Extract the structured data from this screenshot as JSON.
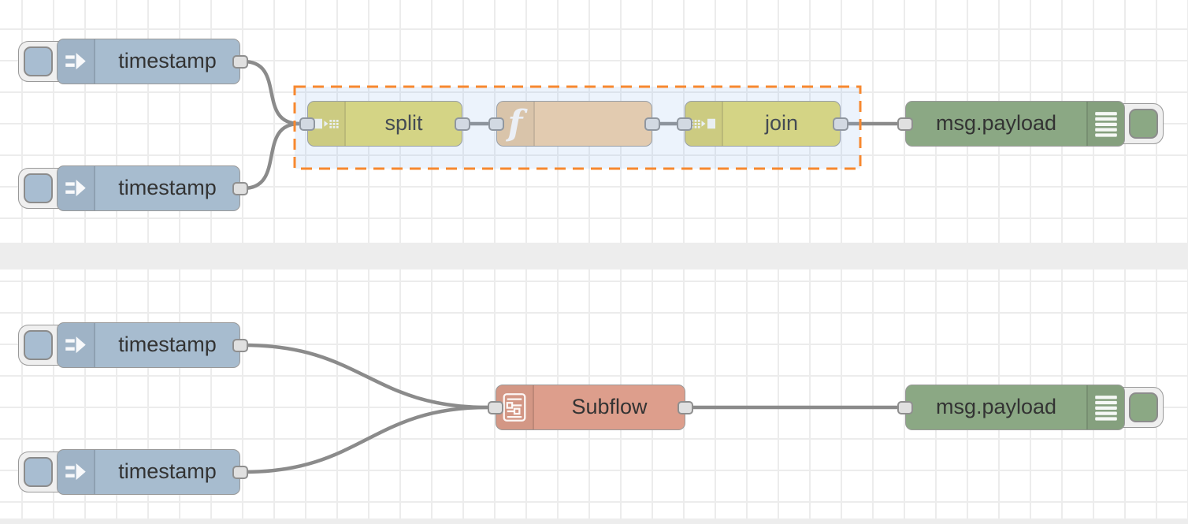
{
  "app": {
    "name": "Node-RED flow editor canvas"
  },
  "colors": {
    "background": "#ffffff",
    "grid_line": "#ececec",
    "divider": "#ededed",
    "node_border": "#999999",
    "wire": "#8b8b8b",
    "inject_node": "#a7bccf",
    "split_join_node": "#e2d96e",
    "function_node": "#f3cfa3",
    "debug_node": "#8ba884",
    "subflow_node": "#dd9e8c",
    "selection_border": "#f7882f",
    "selection_fill": "rgba(150,190,240,0.18)",
    "label_text": "#333333"
  },
  "nodes": [
    {
      "id": "inject-top-1",
      "type": "inject",
      "label": "timestamp",
      "icon": "inject-arrow-icon",
      "has_button": true
    },
    {
      "id": "inject-top-2",
      "type": "inject",
      "label": "timestamp",
      "icon": "inject-arrow-icon",
      "has_button": true
    },
    {
      "id": "split",
      "type": "split",
      "label": "split",
      "icon": "split-icon",
      "has_button": false
    },
    {
      "id": "function",
      "type": "function",
      "label": "",
      "icon": "function-f-icon",
      "has_button": false
    },
    {
      "id": "join",
      "type": "join",
      "label": "join",
      "icon": "join-icon",
      "has_button": false
    },
    {
      "id": "debug-top",
      "type": "debug",
      "label": "msg.payload",
      "icon": "debug-list-icon",
      "has_button": true
    },
    {
      "id": "inject-bot-1",
      "type": "inject",
      "label": "timestamp",
      "icon": "inject-arrow-icon",
      "has_button": true
    },
    {
      "id": "inject-bot-2",
      "type": "inject",
      "label": "timestamp",
      "icon": "inject-arrow-icon",
      "has_button": true
    },
    {
      "id": "subflow",
      "type": "subflow",
      "label": "Subflow",
      "icon": "subflow-icon",
      "has_button": false
    },
    {
      "id": "debug-bottom",
      "type": "debug",
      "label": "msg.payload",
      "icon": "debug-list-icon",
      "has_button": true
    }
  ],
  "selection": {
    "style": "dashed-orange-rectangle",
    "contains": [
      "split",
      "function",
      "join"
    ]
  },
  "wires": [
    {
      "from": "inject-top-1",
      "to": "split"
    },
    {
      "from": "inject-top-2",
      "to": "split"
    },
    {
      "from": "split",
      "to": "function"
    },
    {
      "from": "function",
      "to": "join"
    },
    {
      "from": "join",
      "to": "debug-top"
    },
    {
      "from": "inject-bot-1",
      "to": "subflow"
    },
    {
      "from": "inject-bot-2",
      "to": "subflow"
    },
    {
      "from": "subflow",
      "to": "debug-bottom"
    }
  ]
}
